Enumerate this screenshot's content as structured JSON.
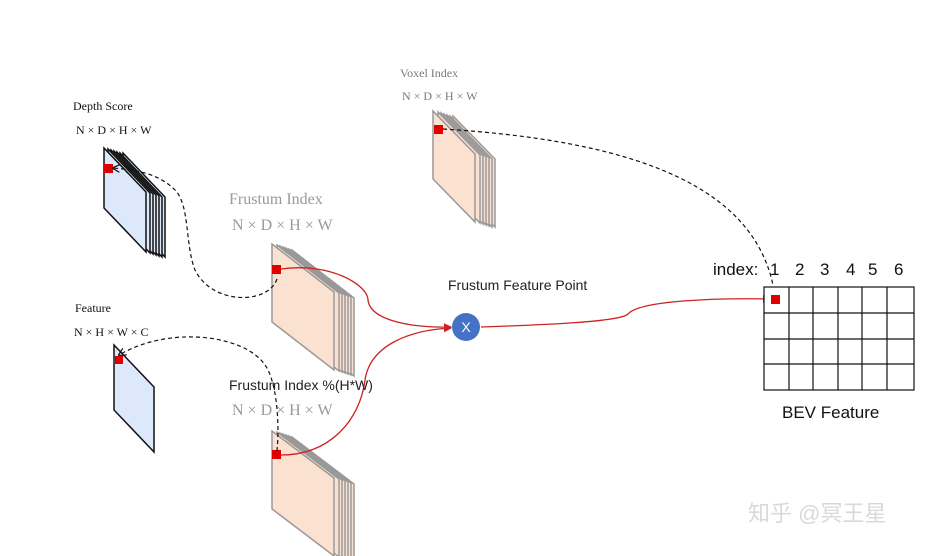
{
  "labels": {
    "depth_score_title": "Depth Score",
    "depth_score_dims": "N × D × H × W",
    "feature_title": "Feature",
    "feature_dims": "N × H × W × C",
    "voxel_index_title": "Voxel Index",
    "voxel_index_dims": "N × D × H × W",
    "frustum_index_title": "Frustum Index",
    "frustum_index_dims": "N × D × H × W",
    "frustum_index_mod_title": "Frustum Index %(H*W)",
    "frustum_index_mod_dims": "N × D × H × W",
    "frustum_feature_point": "Frustum Feature Point",
    "multiply_symbol": "X",
    "index_prefix": "index:",
    "bev_indices": [
      "1",
      "2",
      "3",
      "4",
      "5",
      "6"
    ],
    "bev_feature": "BEV Feature",
    "watermark": "知乎 @冥王星"
  },
  "colors": {
    "depth_fill": "#dde8fb",
    "frustum_fill": "#fbe1d0",
    "frustum_edge": "#999999",
    "marker": "#e00000",
    "flow_arrow": "#cc2222",
    "multiply_node": "#4472c4",
    "dashed_link": "#111111"
  },
  "icons": {
    "marker": "red-square-marker",
    "multiply": "multiply-circle-node"
  },
  "bev_grid": {
    "rows": 4,
    "cols": 6
  }
}
